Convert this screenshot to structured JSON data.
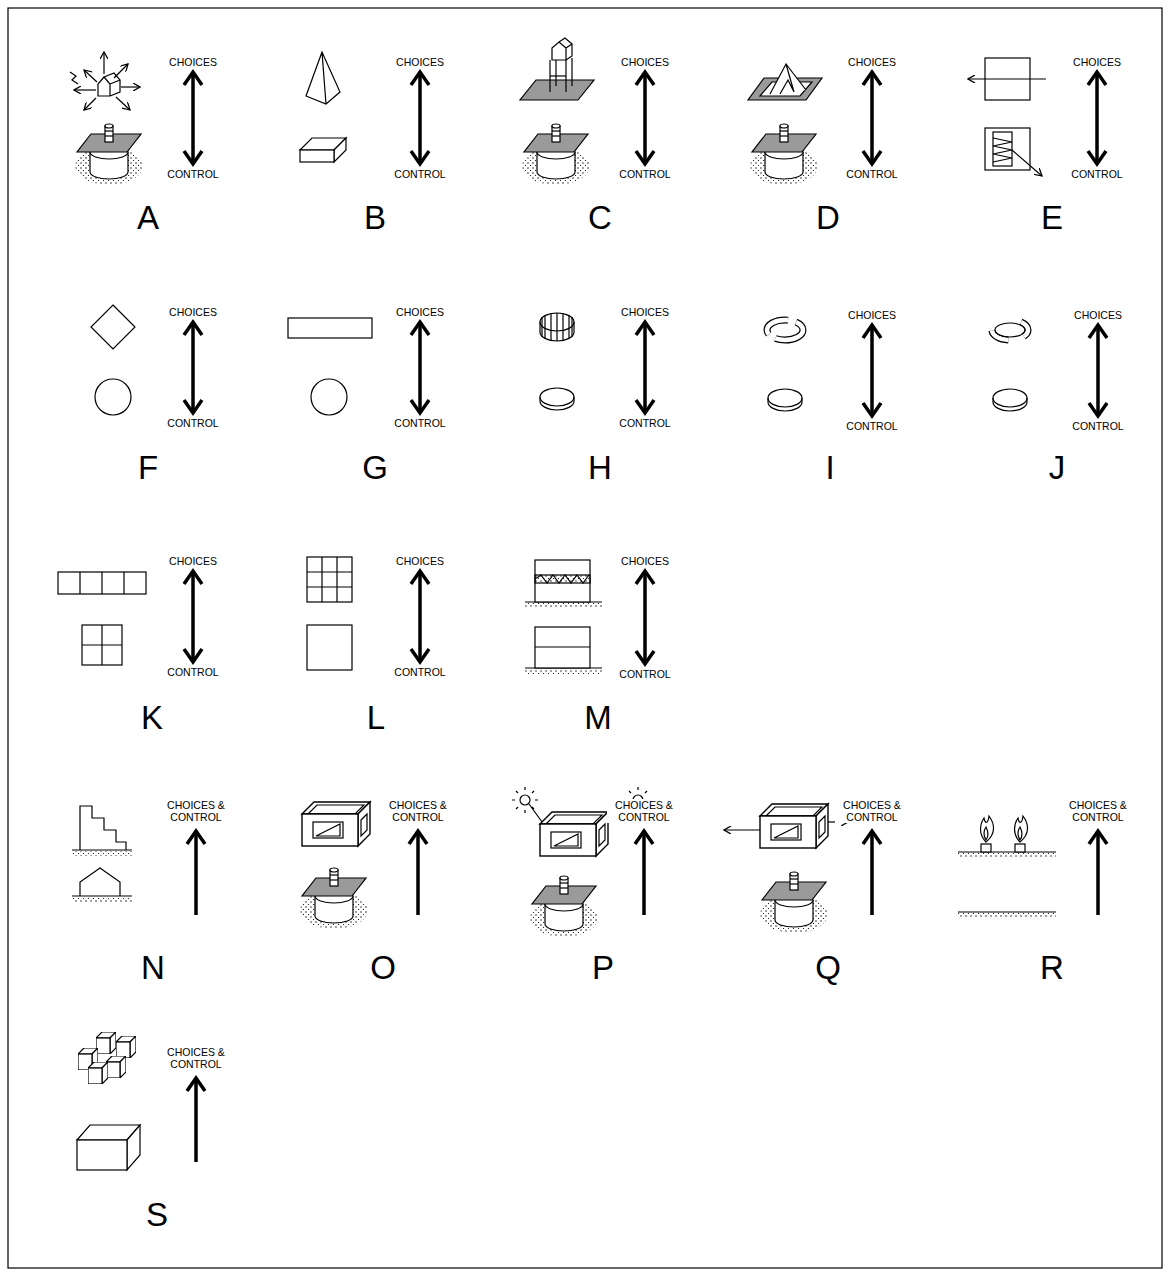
{
  "diagram": {
    "labels": [
      "CHOICES",
      "CONTROL",
      "A",
      "CHOICES",
      "CONTROL",
      "B",
      "CHOICES",
      "CONTROL",
      "C",
      "CHOICES",
      "CONTROL",
      "D",
      "CHOICES",
      "CONTROL",
      "E",
      "CHOICES",
      "CONTROL",
      "F",
      "CHOICES",
      "CONTROL",
      "G",
      "CHOICES",
      "CONTROL",
      "H",
      "CHOICES",
      "CONTROL",
      "I",
      "CHOICES",
      "CONTROL",
      "J",
      "CHOICES",
      "CONTROL",
      "K",
      "CHOICES",
      "CONTROL",
      "L",
      "CHOICES",
      "CONTROL",
      "M",
      "CHOICES & CONTROL",
      "N",
      "CHOICES & CONTROL",
      "O",
      "CHOICES & CONTROL",
      "P",
      "CHOICES & CONTROL",
      "Q",
      "CHOICES & CONTROL",
      "R",
      "CHOICES & CONTROL",
      "S"
    ]
  }
}
